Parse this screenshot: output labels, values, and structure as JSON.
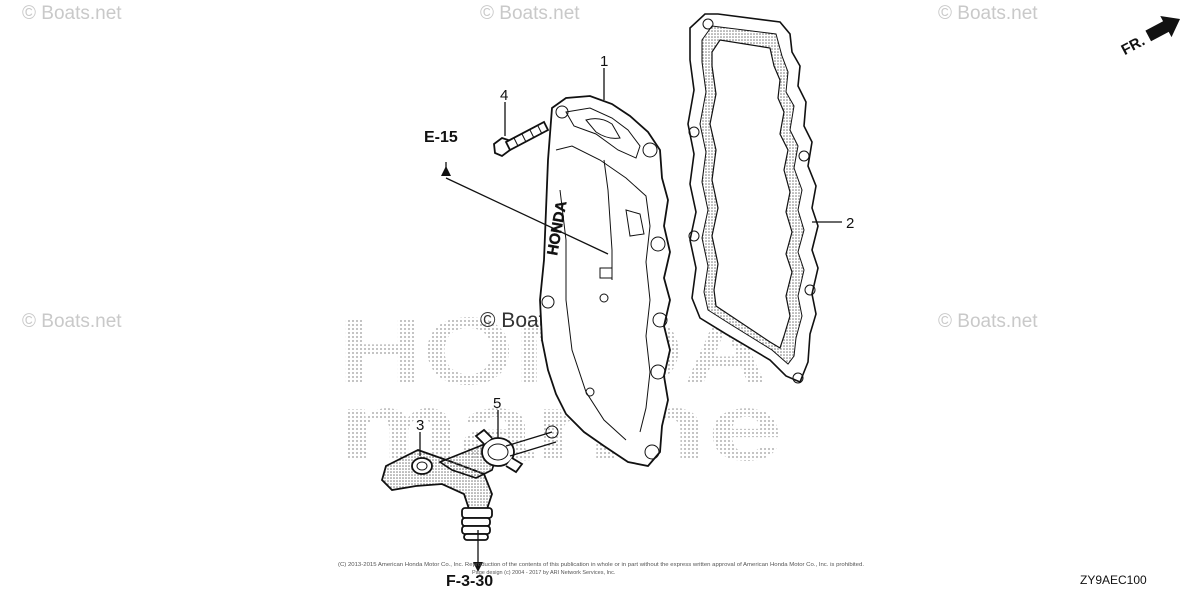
{
  "diagram": {
    "watermarks": {
      "top_left": "© Boats.net",
      "top_center": "© Boats.net",
      "top_right": "© Boats.net",
      "mid_left": "© Boats.net",
      "mid_center": "© Boats.net",
      "mid_right": "© Boats.net"
    },
    "background_logo": {
      "line1": "HONDA",
      "line2": "marine"
    },
    "direction": {
      "label": "FR."
    },
    "callouts": {
      "cover": "1",
      "gasket": "2",
      "hose": "3",
      "bolt": "4",
      "clamp": "5"
    },
    "references": {
      "upper": "E-15",
      "lower": "F-3-30"
    },
    "diagram_code": "ZY9AEC100",
    "copyright": {
      "line1": "(C) 2013-2015 American Honda Motor Co., Inc. Reproduction of the contents of this publication in whole or in part without the express written approval of American Honda Motor Co., Inc. is prohibited.",
      "line2": "Page design (c) 2004 - 2017 by ARI Network Services, Inc."
    }
  }
}
